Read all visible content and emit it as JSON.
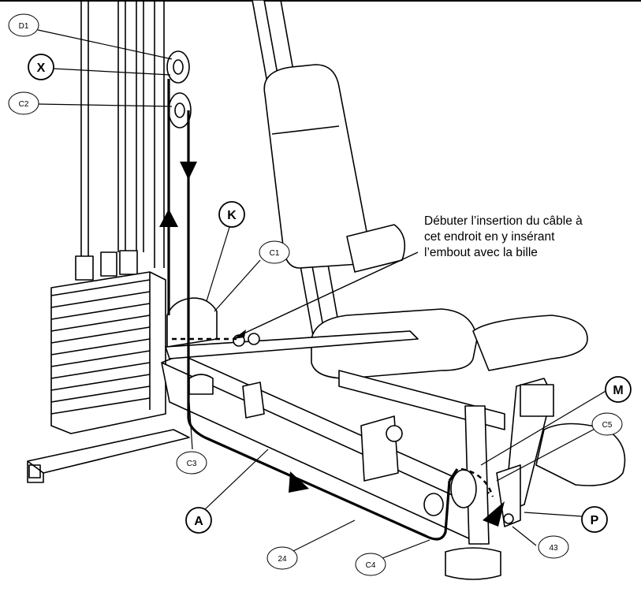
{
  "annotation": {
    "lines": [
      "Débuter l’insertion du câble à",
      "cet endroit en y insérant",
      "l’embout avec la bille"
    ]
  },
  "labels": {
    "D1": "D1",
    "X": "X",
    "C2": "C2",
    "K": "K",
    "C1": "C1",
    "C3": "C3",
    "A": "A",
    "24": "24",
    "C4": "C4",
    "M": "M",
    "C5": "C5",
    "P": "P",
    "43": "43"
  },
  "colors": {
    "line": "#000000",
    "fill": "#ffffff",
    "shade": "#d9d9d9"
  }
}
